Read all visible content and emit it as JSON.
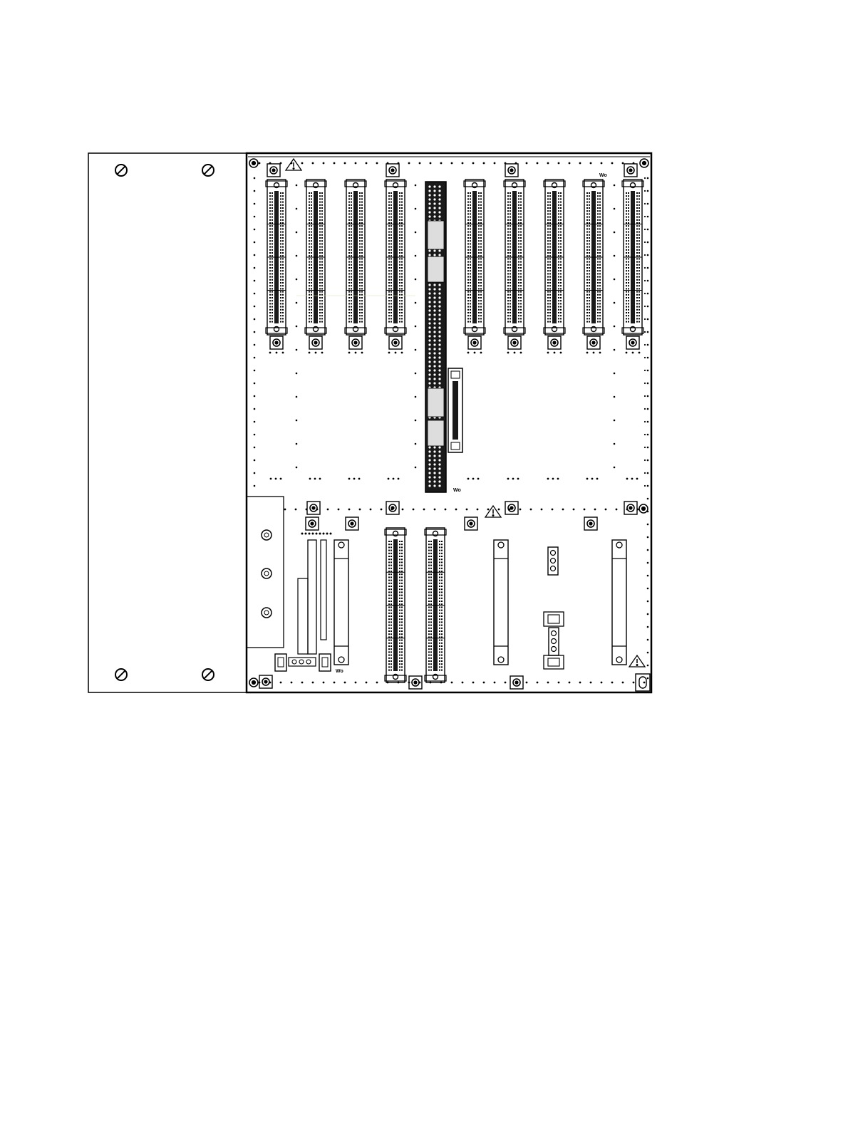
{
  "diagram": {
    "colors": {
      "line": "#000000",
      "background": "#ffffff",
      "fill_dark": "#1a1a1a",
      "label": "#000000"
    },
    "regions": [
      "cover-plate",
      "backplane"
    ],
    "upper_card_slots": 9,
    "lower_card_slots": 2,
    "dense_connector_count": 1,
    "ribbon_connector_count": 1,
    "bracket_count": 3,
    "power_plug_count": 2,
    "warning_icons": [
      "warning-triangle-icon",
      "warning-triangle-icon",
      "warning-triangle-icon"
    ],
    "fastener_icon": "slotted-screw-icon",
    "labels": {
      "small_mark": "Wo"
    }
  }
}
